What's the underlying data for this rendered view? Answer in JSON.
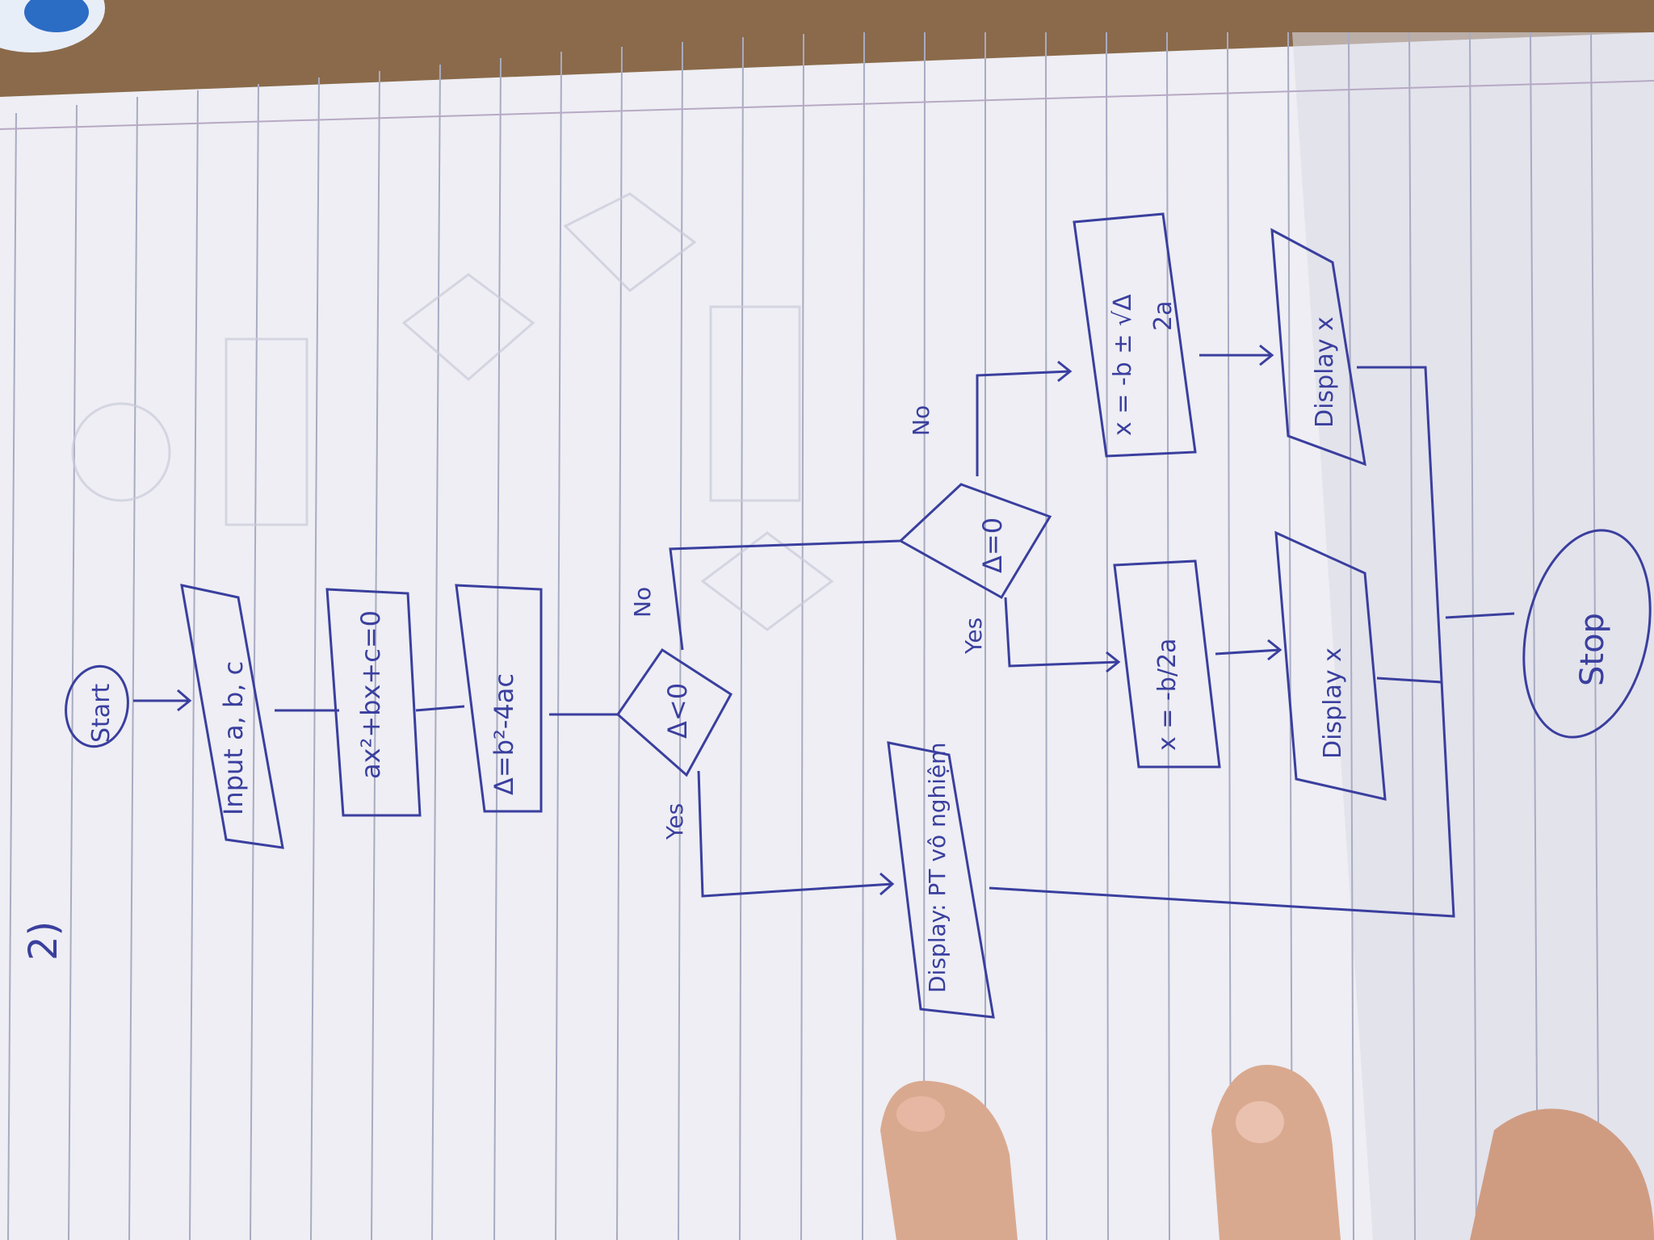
{
  "page": {
    "number": "2)"
  },
  "flowchart": {
    "start": "Start",
    "input": "Input a, b, c",
    "equation": "ax²+bx+c=0",
    "delta": "Δ=b²-4ac",
    "decision1": "Δ<0",
    "decision1_yes": "Yes",
    "decision1_no": "No",
    "output_no_solution": "Display: PT vô nghiệm",
    "decision2": "Δ=0",
    "decision2_yes": "Yes",
    "decision2_no": "No",
    "process_single_root": "x = -b/2a",
    "output_single_root": "Display x",
    "process_two_roots_numerator": "x = -b ± √Δ",
    "process_two_roots_denominator": "2a",
    "output_two_roots": "Display x",
    "stop": "Stop"
  },
  "colors": {
    "ink": "#3a3f9e",
    "paper": "#eeeef4",
    "rule_lines": "#a9abc2",
    "table": "#8a6a4a",
    "skin": "#d9a98f"
  }
}
